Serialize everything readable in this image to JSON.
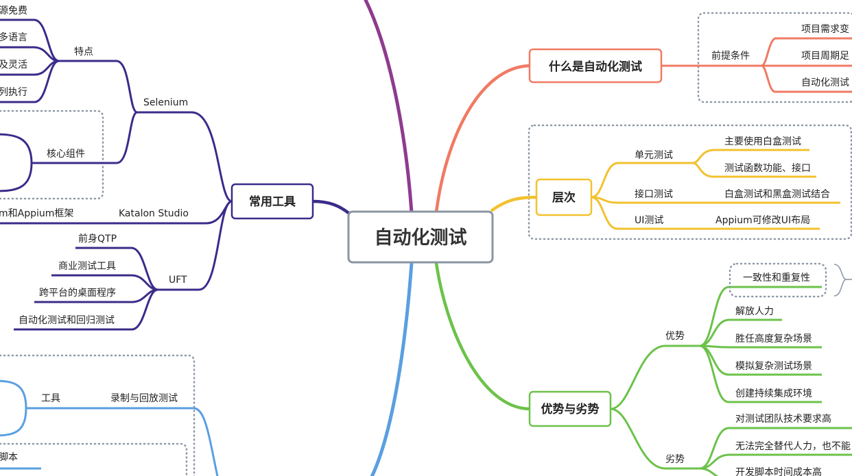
{
  "center": "自动化测试",
  "colors": {
    "purple": "#3b2b8a",
    "red": "#f07a63",
    "yellow": "#f2c12e",
    "green": "#6cc24a",
    "blue": "#5a9fe0",
    "magenta": "#8e3b8f",
    "gray": "#8d98a6"
  },
  "right": {
    "what": {
      "label": "什么是自动化测试",
      "premise": "前提条件",
      "items": [
        "项目需求变",
        "项目周期足",
        "自动化测试"
      ]
    },
    "levels": {
      "label": "层次",
      "unit": "单元测试",
      "unit_items": [
        "主要使用白盒测试",
        "测试函数功能、接口"
      ],
      "api": "接口测试",
      "api_item": "白盒测试和黑盒测试结合",
      "ui": "UI测试",
      "ui_item": "Appium可修改UI布局"
    },
    "pros_cons": {
      "label": "优势与劣势",
      "pros": "优势",
      "pros_items": [
        "一致性和重复性",
        "解放人力",
        "胜任高度复杂场景",
        "模拟复杂测试场景",
        "创建持续集成环境"
      ],
      "cons": "劣势",
      "cons_items": [
        "对测试团队技术要求高",
        "无法完全替代人力，也不能",
        "开发脚本时间成本高"
      ]
    }
  },
  "left": {
    "tools": {
      "label": "常用工具",
      "selenium": "Selenium",
      "features": "特点",
      "feature_items": [
        "源免费",
        "多语言",
        "及灵活",
        "列执行"
      ],
      "core": "核心组件",
      "katalon": "Katalon Studio",
      "katalon_item": "m和Appium框架",
      "uft": "UFT",
      "uft_items": [
        "前身QTP",
        "商业测试工具",
        "跨平台的桌面程序",
        "自动化测试和回归测试"
      ]
    },
    "record": {
      "label": "录制与回放测试",
      "tool": "工具",
      "script": "脚本"
    }
  }
}
